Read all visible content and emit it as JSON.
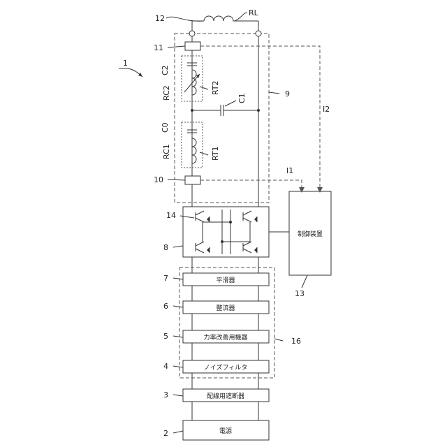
{
  "figure_number": "1",
  "blocks": {
    "power_source": {
      "ref": "2",
      "label": "電源"
    },
    "breaker": {
      "ref": "3",
      "label": "配線用遮断器"
    },
    "noise_filter": {
      "ref": "4",
      "label": "ノイズフィルタ"
    },
    "pfc": {
      "ref": "5",
      "label": "力率改善用機器"
    },
    "rectifier": {
      "ref": "6",
      "label": "整流器"
    },
    "smoother": {
      "ref": "7",
      "label": "平滑器"
    },
    "inverter": {
      "ref": "8",
      "label": ""
    },
    "switch_ref": "14",
    "controller": {
      "ref": "13",
      "label": "制御装置"
    }
  },
  "group_refs": {
    "input_group": "16",
    "resonance_group": "9"
  },
  "sensors": {
    "lower": "10",
    "upper": "11"
  },
  "load": {
    "ref": "12",
    "label": "RL"
  },
  "components": {
    "c0": "C0",
    "rc1": "RC1",
    "rt1": "RT1",
    "c2": "C2",
    "rc2": "RC2",
    "rt2": "RT2",
    "c1": "C1"
  },
  "signals": {
    "i1": "I1",
    "i2": "I2"
  }
}
